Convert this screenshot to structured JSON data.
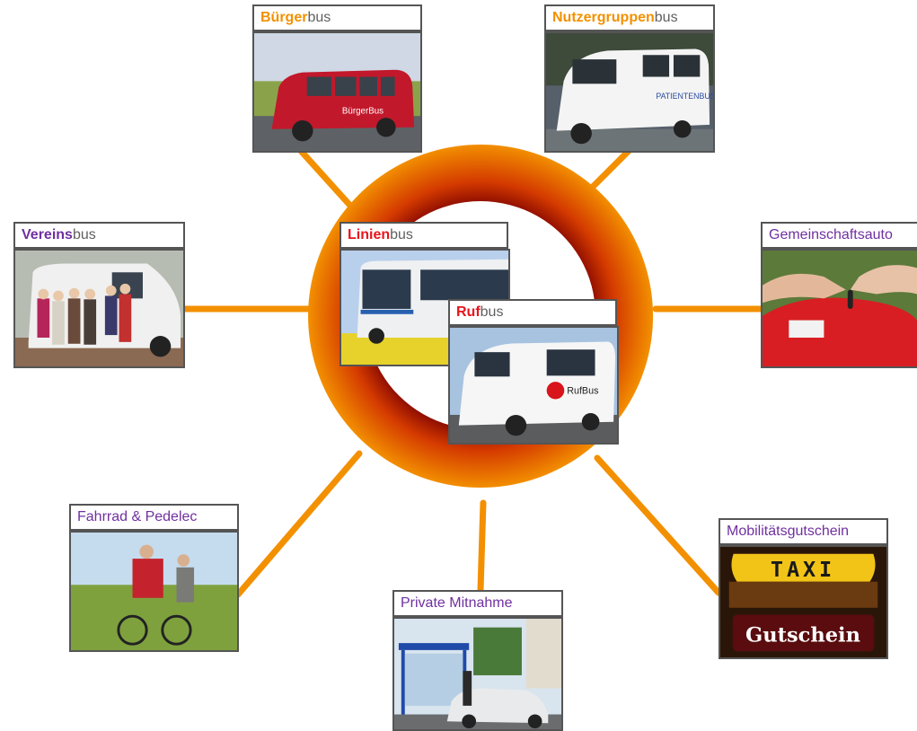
{
  "colors": {
    "spoke": "#f39000",
    "ring_outer": "#f39000",
    "ring_inner": "#8b0000",
    "label_purple": "#7030a0",
    "label_gray": "#606060"
  },
  "nodes": {
    "buergerbus": {
      "keyword": "Bürger",
      "suffix": "bus",
      "keyword_color": "#f39000"
    },
    "nutzergruppenbus": {
      "keyword": "Nutzergruppen",
      "suffix": "bus",
      "keyword_color": "#f39000"
    },
    "vereinsbus": {
      "keyword": "Vereins",
      "suffix": "bus",
      "keyword_color": "#7030a0"
    },
    "gemeinschaftsauto": {
      "label": "Gemeinschaftsauto"
    },
    "linienbus": {
      "keyword": "Linien",
      "suffix": "bus",
      "keyword_color": "#e8141c"
    },
    "rufbus": {
      "keyword": "Ruf",
      "suffix": "bus",
      "keyword_color": "#e8141c"
    },
    "fahrrad": {
      "label": "Fahrrad & Pedelec"
    },
    "mitnahme": {
      "label": "Private Mitnahme"
    },
    "gutschein": {
      "label": "Mobilitätsgutschein"
    }
  },
  "photo_text": {
    "buergerbus_logo": "BürgerBus",
    "nutzergruppen_side": "PATIENTENBUS",
    "rufbus_side": "RufBus",
    "taxi_sign": "TAXI",
    "gutschein_sign": "Gutschein"
  }
}
